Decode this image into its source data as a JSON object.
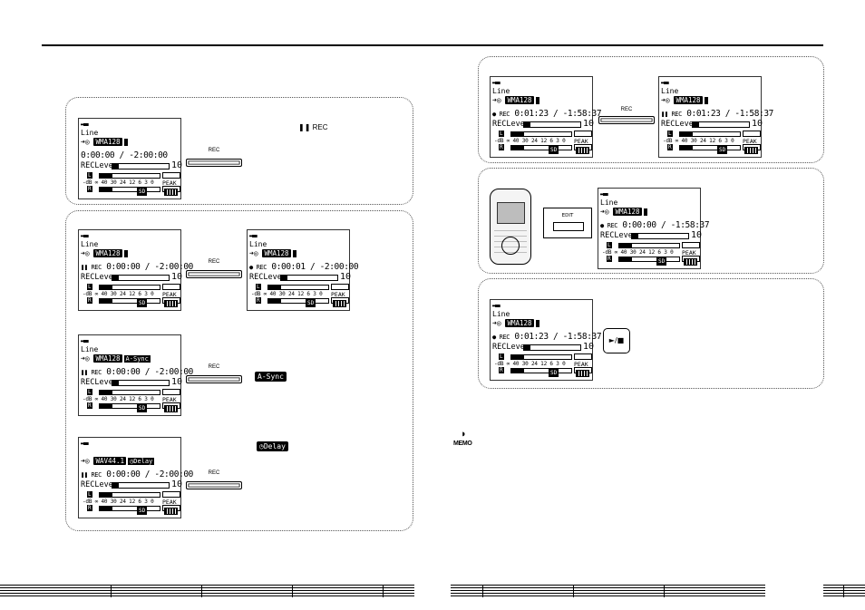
{
  "buttons": {
    "rec": "REC",
    "edit": "EDIT",
    "play": "►/■"
  },
  "inline_icons": {
    "pause_rec": "❚❚ REC",
    "async_tag": "A-Sync",
    "delay_tag": "◷Delay"
  },
  "memo": "MEMO",
  "lcd_common": {
    "level_label": "RECLeve",
    "level_value": "10",
    "scale": "-dB ∞ 40 30 24    12  6 3 0",
    "peak": "PEAK",
    "sd": "SD",
    "L": "L",
    "R": "R"
  },
  "lcds": [
    {
      "id": "a",
      "source": "Line",
      "codec": "WMA128",
      "extra": "",
      "status": "",
      "time": "0:00:00 / -2:00:00",
      "level_fill": 0.12
    },
    {
      "id": "b1",
      "source": "Line",
      "codec": "WMA128",
      "extra": "",
      "status": "❚❚ REC",
      "time": "0:00:00 / -2:00:00",
      "level_fill": 0.12
    },
    {
      "id": "b2",
      "source": "Line",
      "codec": "WMA128",
      "extra": "",
      "status": "● REC",
      "time": "0:00:01 / -2:00:00",
      "level_fill": 0.12
    },
    {
      "id": "c",
      "source": "Line",
      "codec": "WMA128",
      "extra": "A-Sync",
      "status": "❚❚ REC",
      "time": "0:00:00 / -2:00:00",
      "level_fill": 0.12
    },
    {
      "id": "d",
      "source": "",
      "codec": "WAV44.1",
      "extra": "◷Delay",
      "status": "❚❚ REC",
      "time": "0:00:00 / -2:00:00",
      "level_fill": 0.12
    },
    {
      "id": "e1",
      "source": "Line",
      "codec": "WMA128",
      "extra": "",
      "status": "● REC",
      "time": "0:01:23 / -1:58:37",
      "level_fill": 0.12
    },
    {
      "id": "e2",
      "source": "Line",
      "codec": "WMA128",
      "extra": "",
      "status": "❚❚ REC",
      "time": "0:01:23 / -1:58:37",
      "level_fill": 0.12
    },
    {
      "id": "f",
      "source": "Line",
      "codec": "WMA128",
      "extra": "",
      "status": "● REC",
      "time": "0:00:00 / -1:58:37",
      "level_fill": 0.12
    },
    {
      "id": "g",
      "source": "Line",
      "codec": "WMA128",
      "extra": "",
      "status": "● REC",
      "time": "0:01:23 / -1:58:37",
      "level_fill": 0.12
    }
  ]
}
